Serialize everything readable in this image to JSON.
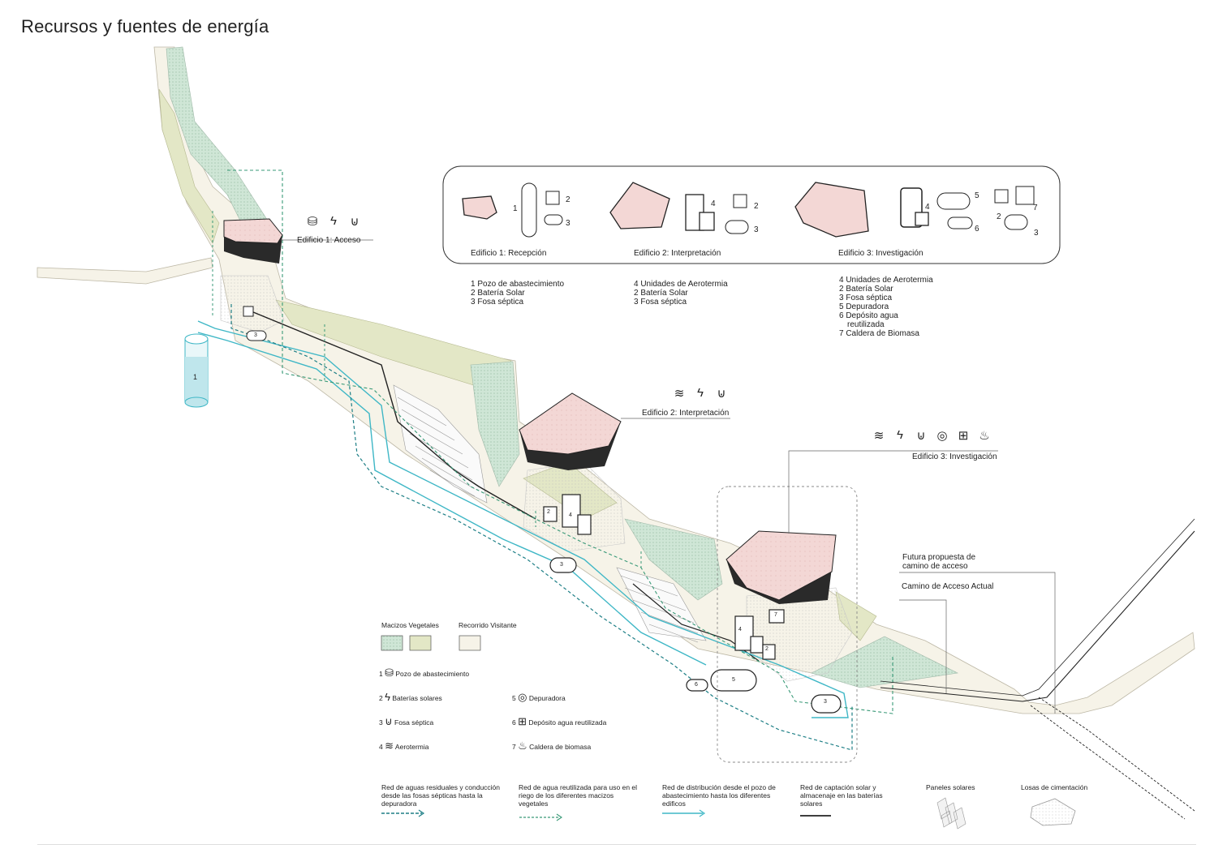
{
  "title": "Recursos y fuentes de energía",
  "colors": {
    "vegetation_green": "#cfe6d6",
    "vegetation_olive": "#e3e7c6",
    "visitor_path": "#f6f3e8",
    "roof_pink": "#f3d7d5",
    "water_cyan": "#3fb7c6",
    "green_dashed": "#3a9a78",
    "teal_dark": "#1e7f86",
    "line_black": "#222222"
  },
  "buildings": [
    {
      "card_label": "Edificio 1: Recepción",
      "map_label": "Edificio 1: Acceso",
      "resources": [
        "1 Pozo de abastecimiento",
        "2 Batería Solar",
        "3 Fosa séptica"
      ],
      "icons": [
        "well-icon",
        "solar-battery-icon",
        "septic-tank-icon"
      ],
      "numbers": [
        "1",
        "2",
        "3"
      ]
    },
    {
      "card_label": "Edificio 2: Interpretación",
      "map_label": "Edificio 2: Interpretación",
      "resources": [
        "4 Unidades de Aerotermia",
        "2 Batería Solar",
        "3 Fosa séptica"
      ],
      "icons": [
        "aerothermal-icon",
        "solar-battery-icon",
        "septic-tank-icon"
      ],
      "numbers": [
        "4",
        "2",
        "3"
      ]
    },
    {
      "card_label": "Edificio 3: Investigación",
      "map_label": "Edificio 3: Investigación",
      "resources": [
        "4 Unidades de Aerotermia",
        "2 Batería Solar",
        "3 Fosa séptica",
        "5 Depuradora",
        "6 Depósito agua",
        "reutilizada",
        "7 Caldera de Biomasa"
      ],
      "icons": [
        "aerothermal-icon",
        "solar-battery-icon",
        "septic-tank-icon",
        "purifier-icon",
        "reuse-tank-icon",
        "biomass-boiler-icon"
      ],
      "numbers": [
        "4",
        "5",
        "2",
        "7",
        "6",
        "3"
      ]
    }
  ],
  "annotations": {
    "future_access": "Futura propuesta de camino de acceso",
    "current_access": "Camino de Acceso Actual"
  },
  "map_numbers": [
    "1",
    "3",
    "2",
    "4",
    "3",
    "6",
    "5",
    "3",
    "7",
    "2",
    "4"
  ],
  "legend": {
    "vegetation_label": "Macizos Vegetales",
    "path_label": "Recorrido Visitante",
    "items": [
      {
        "num": "1",
        "label": "Pozo de abastecimiento",
        "icon": "well-icon"
      },
      {
        "num": "2",
        "label": "Baterías solares",
        "icon": "solar-battery-icon"
      },
      {
        "num": "3",
        "label": "Fosa séptica",
        "icon": "septic-tank-icon"
      },
      {
        "num": "4",
        "label": "Aerotermia",
        "icon": "aerothermal-icon"
      },
      {
        "num": "5",
        "label": "Depuradora",
        "icon": "purifier-icon"
      },
      {
        "num": "6",
        "label": "Depósito agua reutilizada",
        "icon": "reuse-tank-icon"
      },
      {
        "num": "7",
        "label": "Caldera de biomasa",
        "icon": "biomass-boiler-icon"
      }
    ]
  },
  "networks": [
    {
      "label": "Red de aguas residuales y conducción desde las fosas sépticas hasta la depuradora",
      "color": "#1e7f86",
      "style": "dashed"
    },
    {
      "label": "Red de agua reutilizada para uso en el riego de los diferentes macizos vegetales",
      "color": "#3a9a78",
      "style": "dashed"
    },
    {
      "label": "Red de distribución desde el pozo de abastecimiento hasta los diferentes edificos",
      "color": "#3fb7c6",
      "style": "solid"
    },
    {
      "label": "Red de captación solar y almacenaje en las baterías solares",
      "color": "#222222",
      "style": "solid"
    },
    {
      "label": "Paneles solares",
      "style": "icon"
    },
    {
      "label": "Losas de cimentación",
      "style": "icon"
    }
  ]
}
